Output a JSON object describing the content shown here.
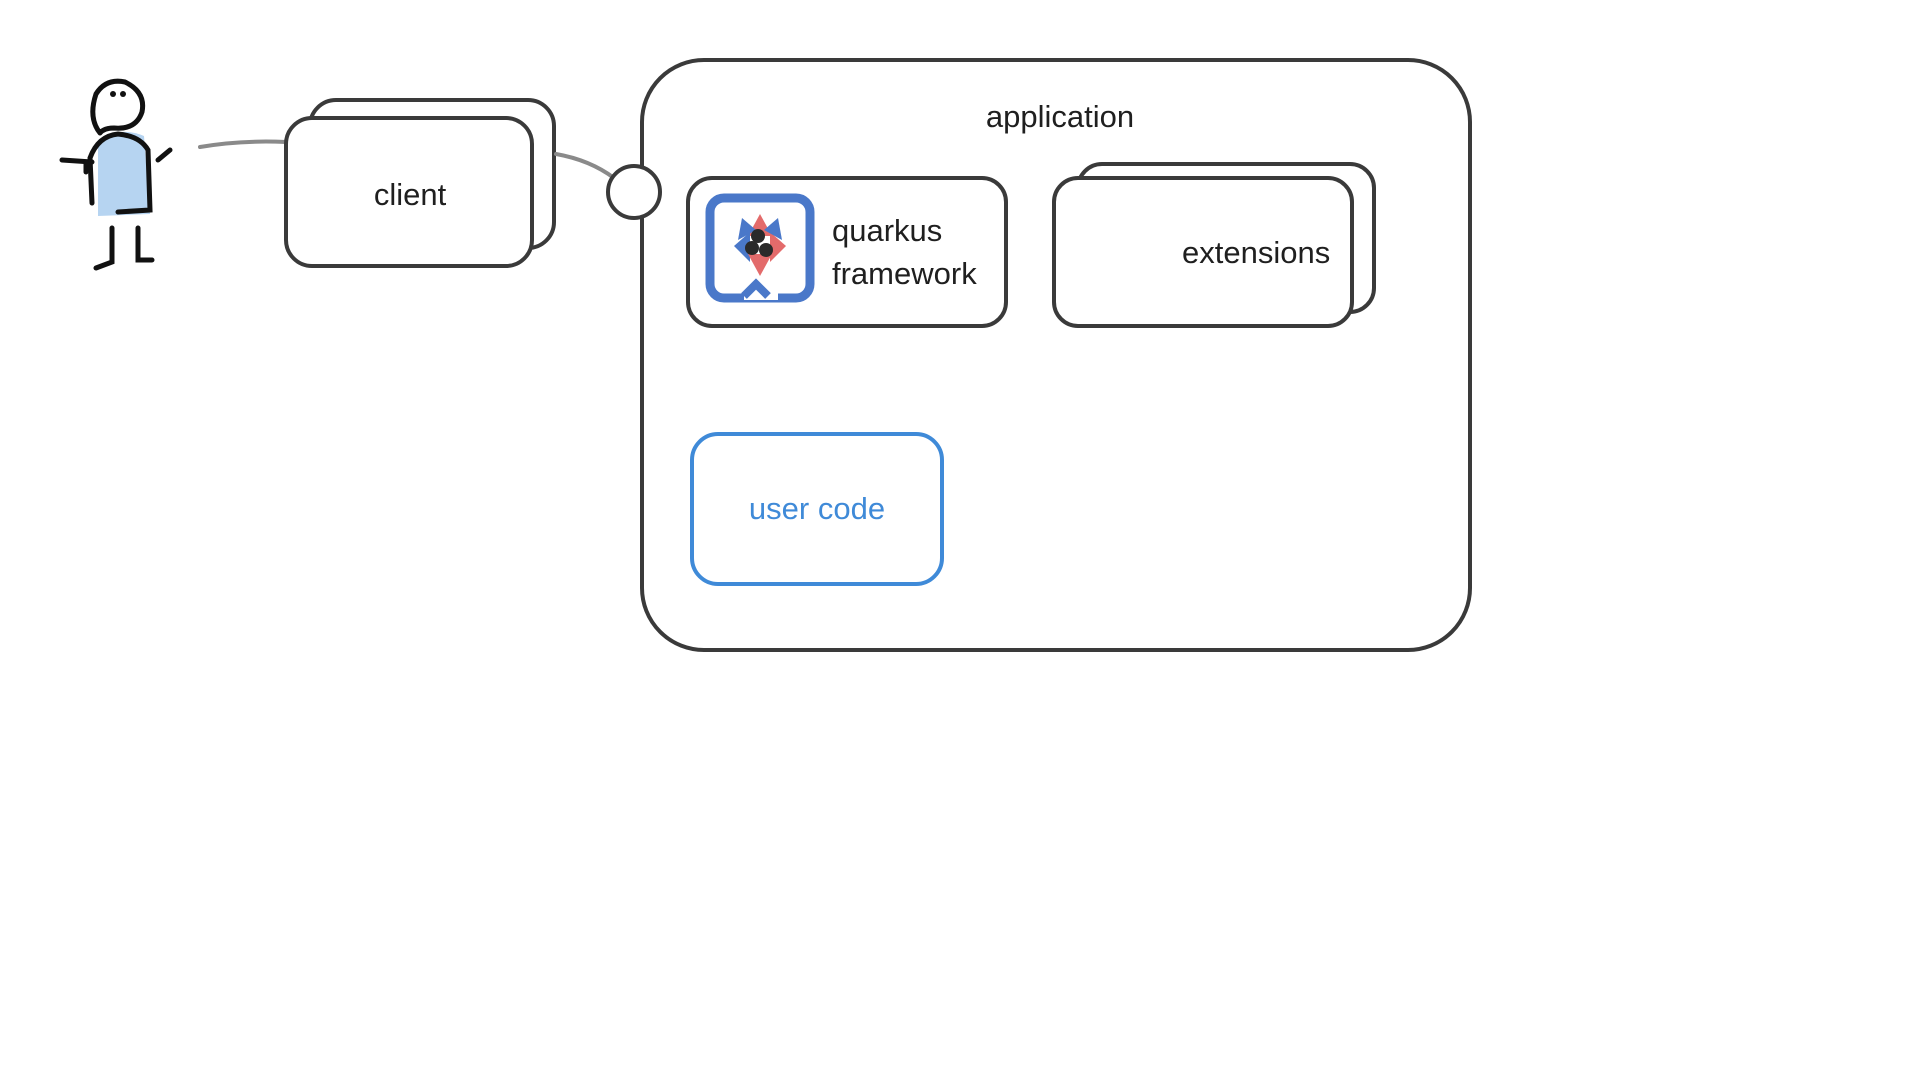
{
  "diagram": {
    "client": {
      "label": "client"
    },
    "application": {
      "label": "application"
    },
    "framework": {
      "line1": "quarkus",
      "line2": "framework",
      "logo_icon": "quarkus-logo-icon"
    },
    "extensions": {
      "label": "extensions"
    },
    "user_code": {
      "label": "user code",
      "color": "#3f8ad8"
    },
    "person_icon": "stick-figure-person-icon",
    "colors": {
      "stroke": "#3a3a3a",
      "connector": "#8a8a8a",
      "person_fill": "#a9ccef",
      "logo_blue": "#4a78c9",
      "logo_red": "#e36b6b"
    }
  }
}
